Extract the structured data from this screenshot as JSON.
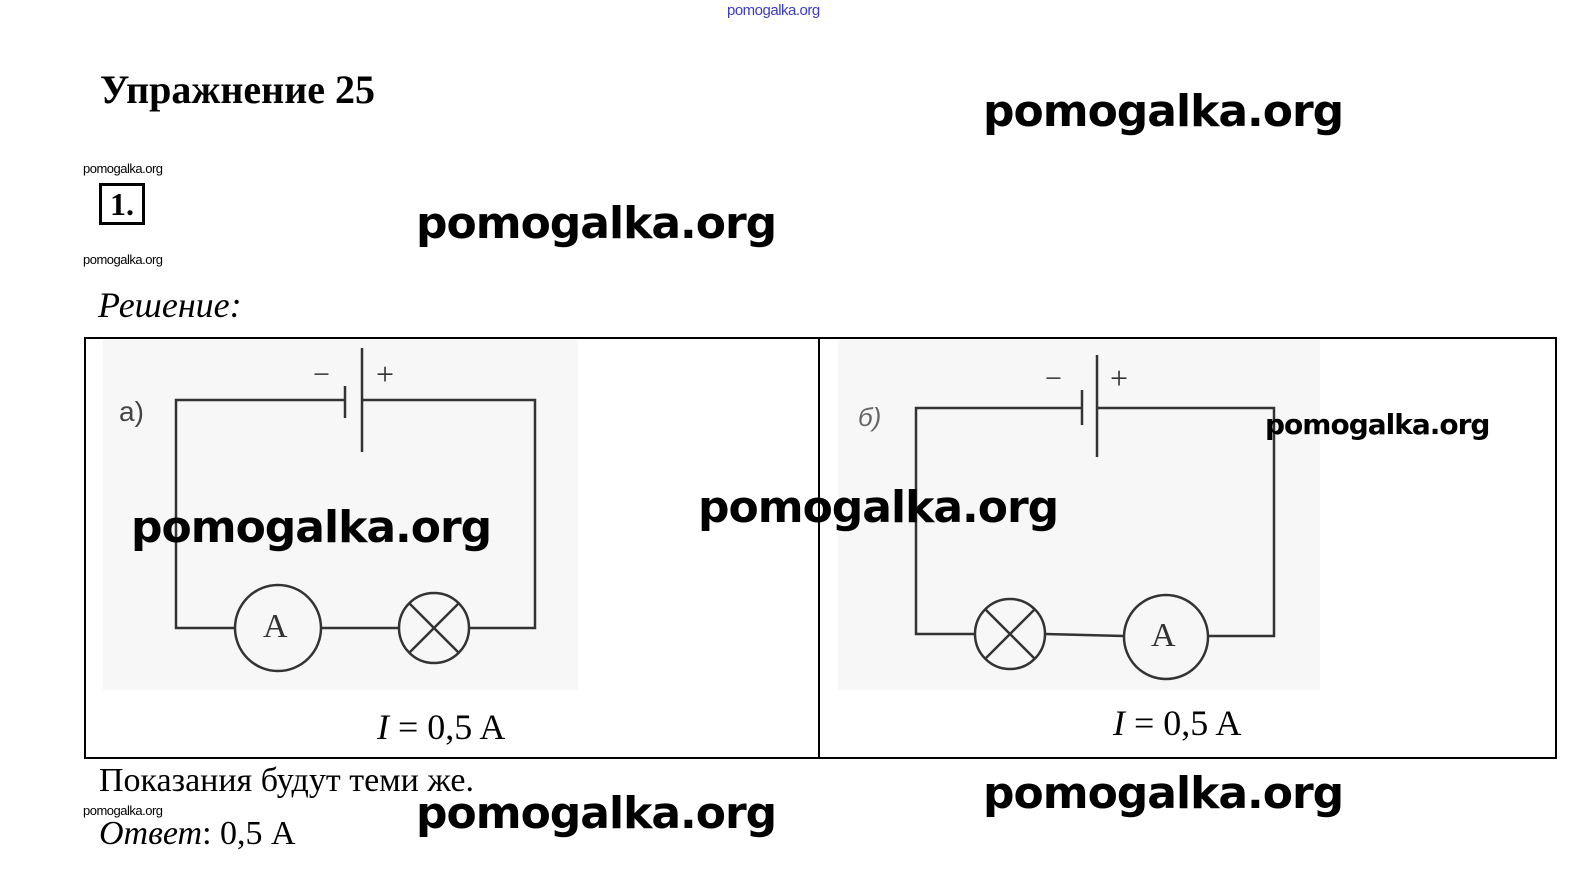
{
  "watermarks": {
    "top": "pomogalka.org",
    "big": "pomogalka.org",
    "small": "pomogalka.org",
    "mid": "pomogalka.org"
  },
  "header": {
    "title": "Упражнение 25"
  },
  "task": {
    "number": "1."
  },
  "solution": {
    "label": "Решение:",
    "figures": [
      {
        "label": "а)",
        "battery_minus": "−",
        "battery_plus": "+",
        "ammeter": "A",
        "current_var": "I",
        "current_value": "= 0,5 A"
      },
      {
        "label": "б)",
        "battery_minus": "−",
        "battery_plus": "+",
        "ammeter": "A",
        "current_var": "I",
        "current_value": "= 0,5 A"
      }
    ],
    "conclusion": "Показания будут теми же.",
    "answer_label": "Ответ",
    "answer_value": ": 0,5 А"
  }
}
